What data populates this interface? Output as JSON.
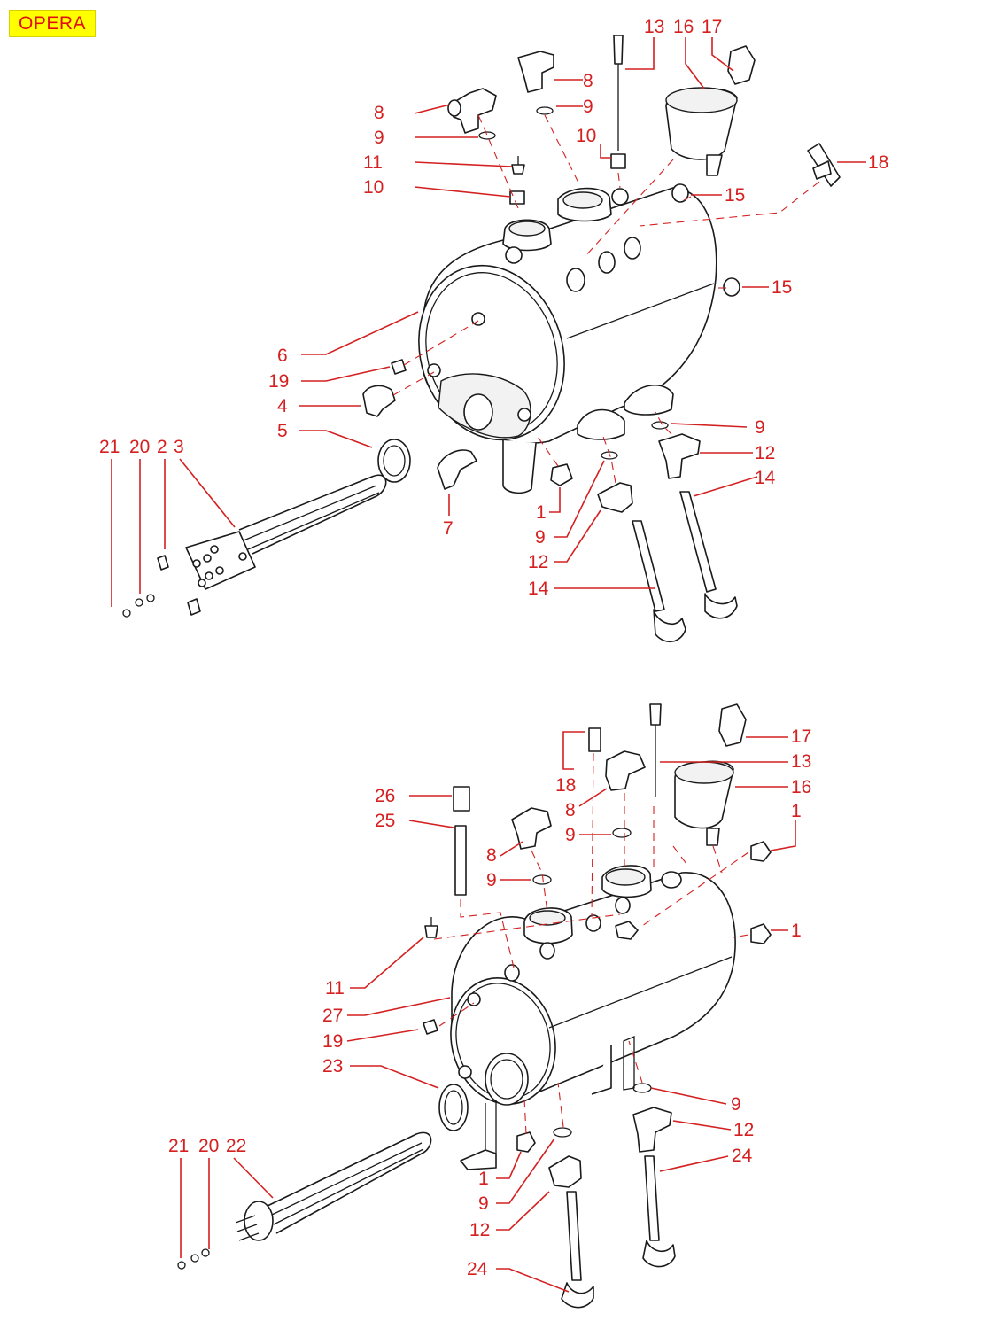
{
  "header": {
    "tag": "OPERA",
    "tag_color": "#ffff00",
    "label_color": "#d42020"
  },
  "top_diagram": {
    "labels": [
      "13",
      "16",
      "17",
      "8",
      "9",
      "8",
      "9",
      "10",
      "11",
      "10",
      "18",
      "15",
      "15",
      "6",
      "19",
      "4",
      "5",
      "9",
      "12",
      "14",
      "21",
      "20",
      "2",
      "3",
      "1",
      "7",
      "9",
      "12",
      "14"
    ]
  },
  "bottom_diagram": {
    "labels": [
      "18",
      "17",
      "13",
      "16",
      "26",
      "8",
      "25",
      "9",
      "8",
      "9",
      "1",
      "1",
      "11",
      "27",
      "19",
      "23",
      "9",
      "12",
      "24",
      "21",
      "20",
      "22",
      "1",
      "9",
      "12",
      "24"
    ]
  }
}
